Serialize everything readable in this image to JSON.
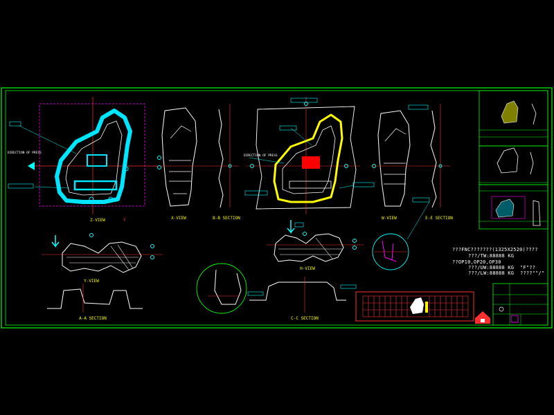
{
  "colors": {
    "background": "#000000",
    "frame": "#00ff00",
    "geometry": "#ffffff",
    "part_fill": "#00e5ff",
    "centerline": "#ff3030",
    "construction": "#ff00ff",
    "dimension": "#00ffff",
    "highlight": "#ffff00",
    "table": "#ff3030"
  },
  "views": {
    "z": "Z-VIEW",
    "x": "X-VIEW",
    "bb_section": "B-B SECTION",
    "w": "W-VIEW",
    "ee_section": "E-E SECTION",
    "y": "Y-VIEW",
    "aa_section": "A-A SECTION",
    "h": "H-VIEW",
    "cc_section": "C-C SECTION"
  },
  "callouts": {
    "direction_of_press": "DIRECTION OF PRESS",
    "direction_of_press_2": "DIRECTION OF PRESS"
  },
  "notes": {
    "line1": "???FNC???????(1325X2520)????",
    "line2": "???/TW:88888 KG",
    "line3": "??OP10,OP20,OP30",
    "line4": "???/UW:88888 KG  \"F\"??",
    "line5": "???/LW:88888 KG  ????\"\"/\""
  },
  "title_block": {
    "drawing_title": "",
    "revision": ""
  }
}
